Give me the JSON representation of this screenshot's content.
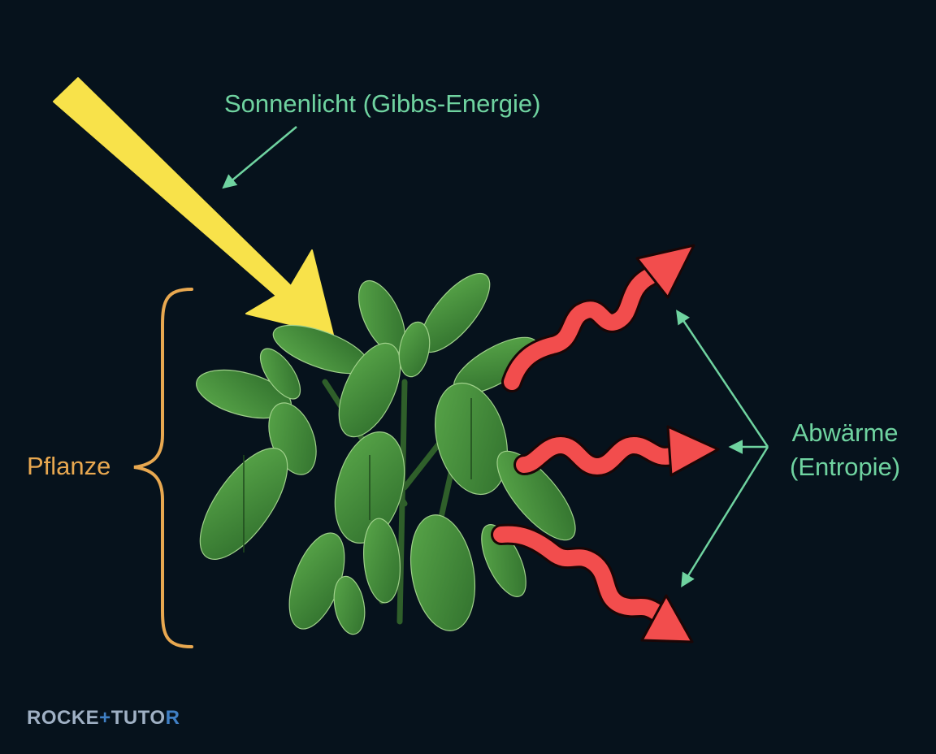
{
  "colors": {
    "background": "#06121c",
    "sunlight_arrow": "#f8e24a",
    "heat_arrow": "#f24d4d",
    "annotation_green": "#6fd3a0",
    "brace_orange": "#e8a850",
    "leaf_green": "#3f8a3a",
    "logo": "#9fb0c4",
    "logo_accent": "#3f7fc4"
  },
  "labels": {
    "sunlight": "Sonnenlicht (Gibbs-Energie)",
    "plant": "Pflanze",
    "heat_line1": "Abwärme",
    "heat_line2": "(Entropie)"
  },
  "logo": {
    "part1": "ROCKE",
    "plus": "+",
    "part2": "TUTO",
    "end": "R"
  },
  "icons": [
    "sunlight-arrow",
    "plant-illustration",
    "heat-wave-arrow",
    "brace",
    "annotation-arrow"
  ]
}
